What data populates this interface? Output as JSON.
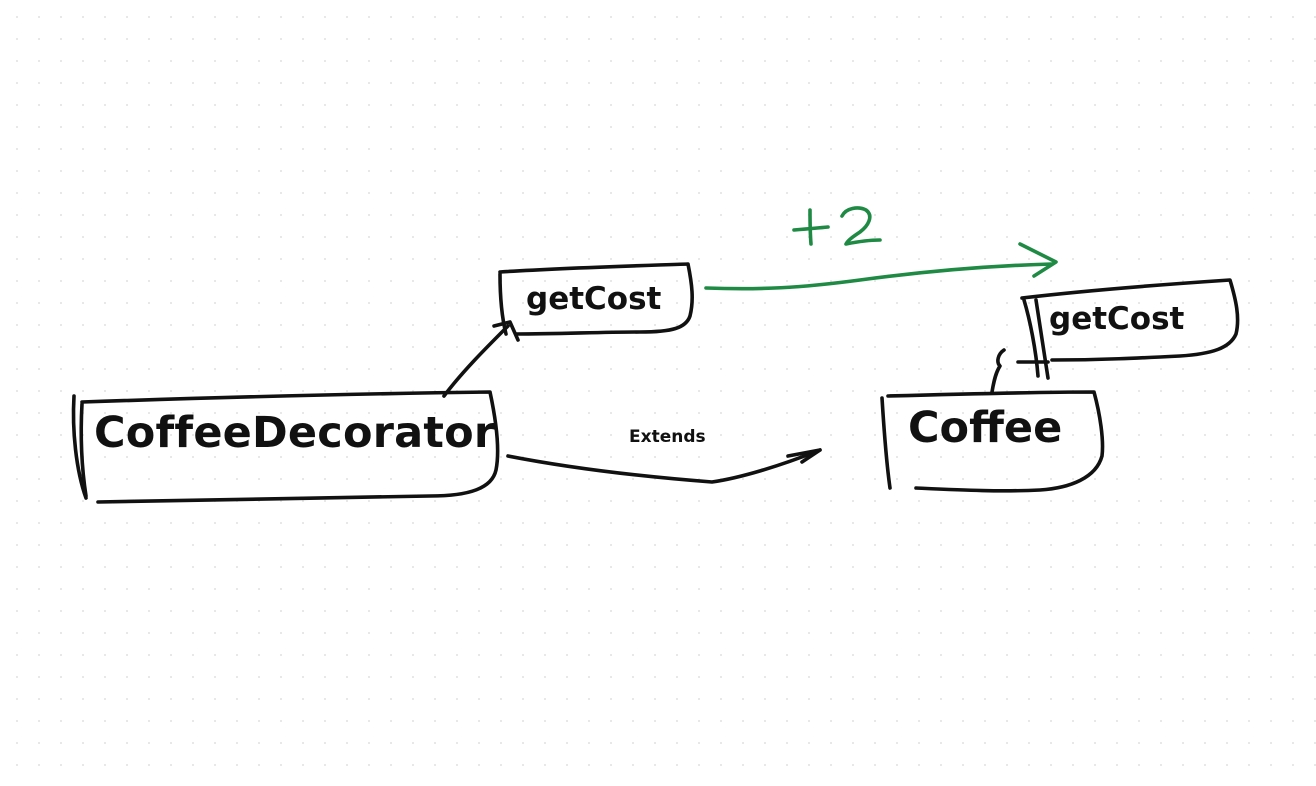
{
  "diagram": {
    "nodes": {
      "coffee_decorator": "CoffeeDecorator",
      "get_cost_left": "getCost",
      "coffee": "Coffee",
      "get_cost_right": "getCost"
    },
    "edges": {
      "extends_label": "Extends",
      "cost_delta_label": "+2"
    },
    "colors": {
      "ink": "#111111",
      "accent": "#1e8a44",
      "background": "#ffffff",
      "grid_dot": "#e6e6e6"
    }
  }
}
